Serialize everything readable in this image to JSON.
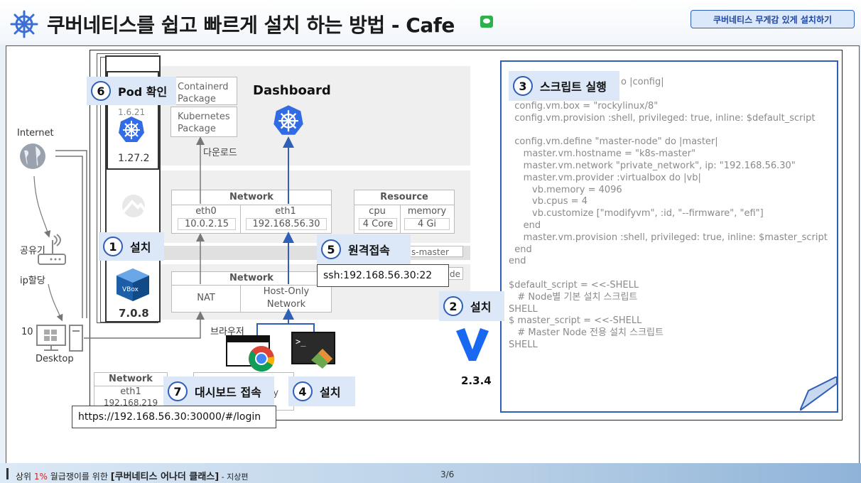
{
  "header": {
    "title": "쿠버네티스를 쉽고 빠르게 설치 하는 방법 - Cafe",
    "course_button": "쿠버네티스 무게감 있게 설치하기"
  },
  "left": {
    "internet": "Internet",
    "router_label": "공유기",
    "ip_label": "ip할당",
    "desktop_num": "10",
    "desktop_label": "Desktop"
  },
  "vbox": {
    "k8s_old_version": "1.6.21",
    "k8s_version": "1.27.2",
    "vbox_version": "7.0.8"
  },
  "packages": {
    "containerd": "Containerd Package",
    "kubernetes": "Kubernetes Package",
    "download": "다운로드"
  },
  "dashboard_label": "Dashboard",
  "vm_network": {
    "title": "Network",
    "eth0": "eth0",
    "eth0_ip": "10.0.2.15",
    "eth1": "eth1",
    "eth1_ip": "192.168.56.30"
  },
  "resource": {
    "title": "Resource",
    "cpu": "cpu",
    "memory": "memory",
    "cpu_value": "4 Core",
    "memory_value": "4 Gi"
  },
  "hostname_fragment": "s-master",
  "hostname_fragment2": "de",
  "host_network": {
    "title": "Network",
    "nat": "NAT",
    "hostonly": "Host-Only Network"
  },
  "browser_label": "브라우저",
  "vagrant_version": "2.3.4",
  "bottom_table": {
    "network": "Network",
    "eth1": "eth1",
    "ip_partial": "192.168.219",
    "ry": "ry"
  },
  "badges": {
    "b1_num": "1",
    "b1_text": "설치",
    "b2_num": "2",
    "b2_text": "설치",
    "b3_num": "3",
    "b3_text": "스크립트 실행",
    "b4_num": "4",
    "b4_text": "설치",
    "b5_num": "5",
    "b5_text": "원격접속",
    "b6_num": "6",
    "b6_text": "Pod 확인",
    "b7_num": "7",
    "b7_text": "대시보드 접속"
  },
  "ssh_command": "ssh:192.168.56.30:22",
  "dashboard_url": "https://192.168.56.30:30000/#/login",
  "code_fragment": "o |config|",
  "code_lines": [
    "  config.vm.box = \"rockylinux/8\"",
    "  config.vm.provision :shell, privileged: true, inline: $default_script",
    "",
    "  config.vm.define \"master-node\" do |master|",
    "     master.vm.hostname = \"k8s-master\"",
    "     master.vm.network \"private_network\", ip: \"192.168.56.30\"",
    "     master.vm.provider :virtualbox do |vb|",
    "        vb.memory = 4096",
    "        vb.cpus = 4",
    "        vb.customize [\"modifyvm\", :id, \"--firmware\", \"efi\"]",
    "     end",
    "     master.vm.provision :shell, privileged: true, inline: $master_script",
    "  end",
    "end",
    "",
    "$default_script = <<-SHELL",
    "   # Node별 기본 설치 스크립트",
    "SHELL",
    "$ master_script = <<-SHELL",
    "   # Master Node 전용 설치 스크립트",
    "SHELL"
  ],
  "footer": {
    "prefix": "상위 ",
    "percent": "1%",
    "middle": " 월급쟁이를 위한 ",
    "course": "[쿠버네티스 어나더 클래스]",
    "suffix": " - 지상편",
    "page": "3/6"
  },
  "colors": {
    "accent_blue": "#2f5fb6",
    "badge_bg": "#dce7f7",
    "k8s_blue": "#326ce5",
    "vagrant_blue": "#1868f2",
    "footer_red": "#e02020"
  }
}
